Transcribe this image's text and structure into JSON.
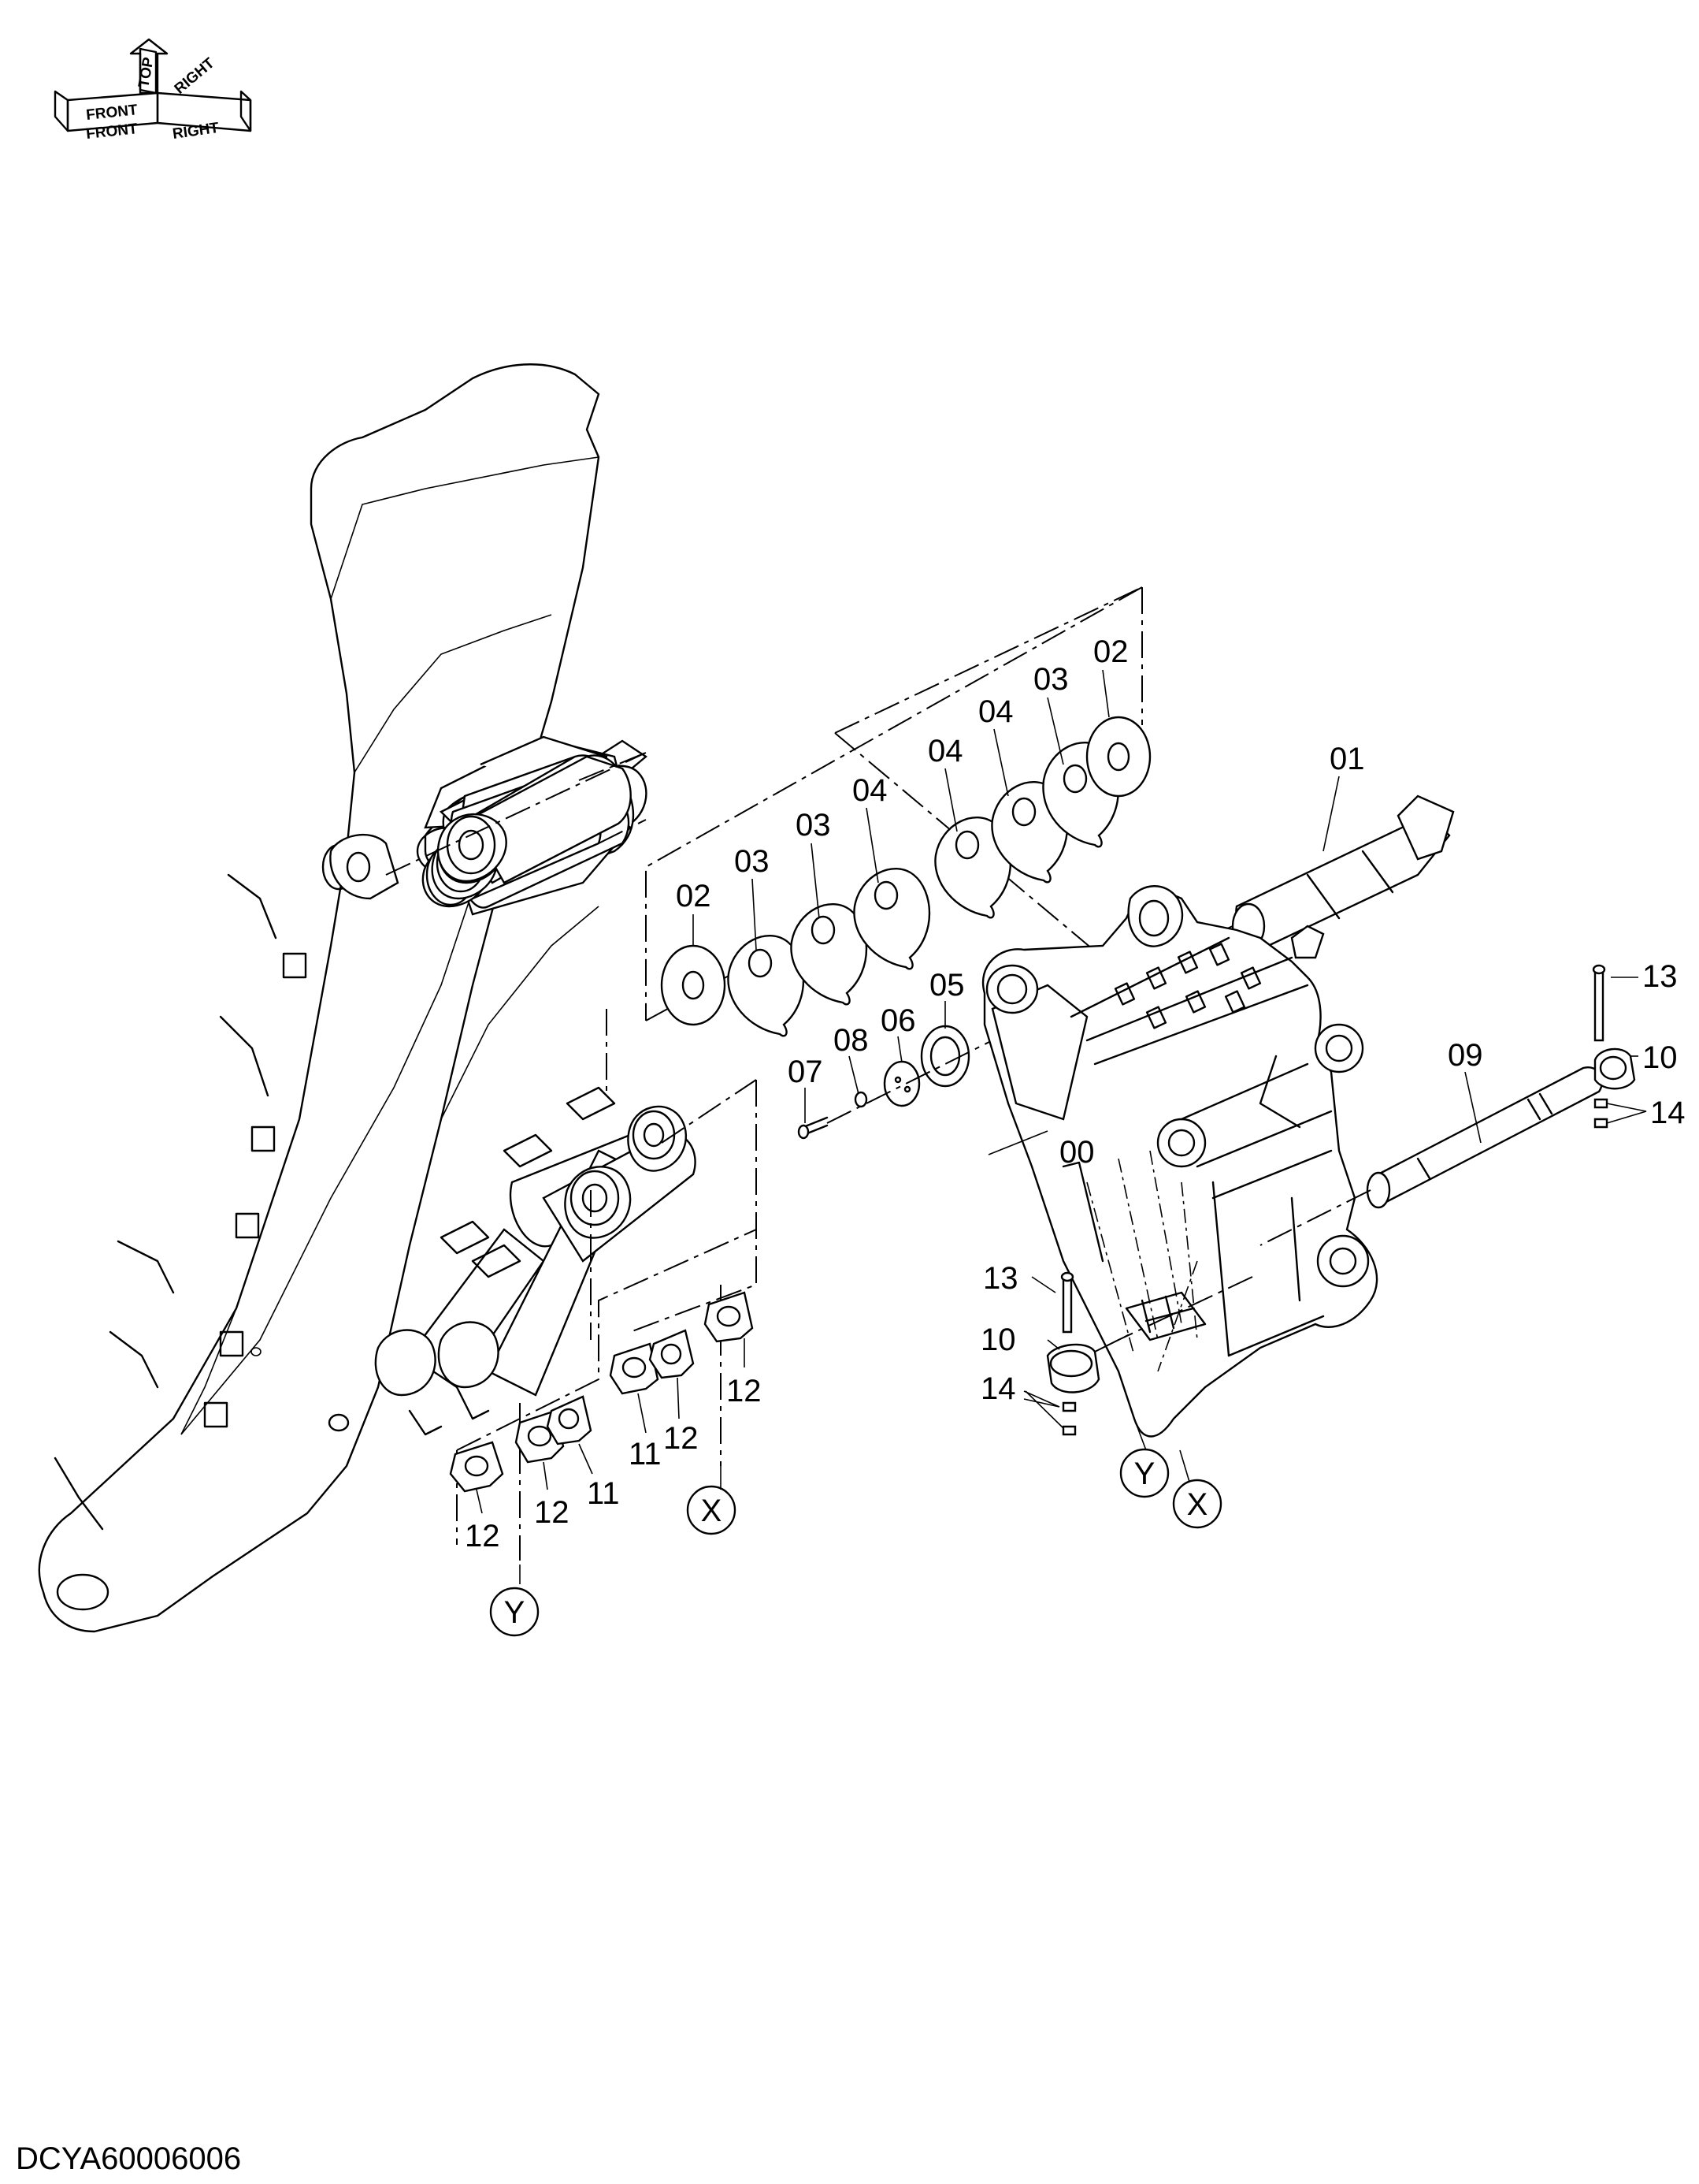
{
  "orientation_icon": {
    "labels": [
      "TOP",
      "FRONT",
      "RIGHT",
      "FRONT",
      "RIGHT"
    ]
  },
  "callouts": {
    "c00": "00",
    "c01": "01",
    "c02a": "02",
    "c02b": "02",
    "c03a": "03",
    "c03b": "03",
    "c03c": "03",
    "c04a": "04",
    "c04b": "04",
    "c04c": "04",
    "c05": "05",
    "c06": "06",
    "c07": "07",
    "c08": "08",
    "c09": "09",
    "c10a": "10",
    "c10b": "10",
    "c11a": "11",
    "c11b": "11",
    "c12a": "12",
    "c12b": "12",
    "c12c": "12",
    "c12d": "12",
    "c13a": "13",
    "c13b": "13",
    "c14a": "14",
    "c14b": "14"
  },
  "view_markers": {
    "x1": "X",
    "x2": "X",
    "y1": "Y",
    "y2": "Y"
  },
  "drawing_code": "DCYA60006006"
}
